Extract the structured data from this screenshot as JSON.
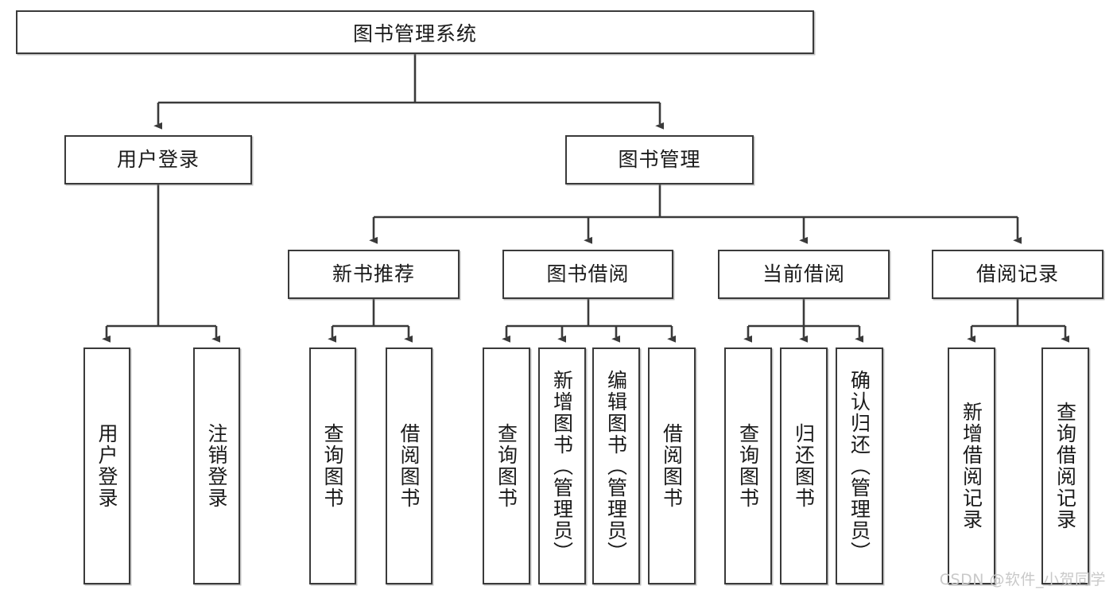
{
  "diagram": {
    "title_text": "图书管理系统",
    "type": "tree-hierarchy-diagram",
    "colors": {
      "box_border": "#3a3a3a",
      "box_fill": "#ffffff",
      "connector": "#3a3a3a",
      "text": "#1a1a1a",
      "watermark": "#c9c9c9",
      "canvas": "#ffffff"
    },
    "watermark": "CSDN @软件_小贺同学"
  },
  "nodes": {
    "root": {
      "label": "图书管理系统"
    },
    "level2": [
      {
        "id": "user-login",
        "label": "用户登录"
      },
      {
        "id": "book-management",
        "label": "图书管理"
      }
    ],
    "level3": [
      {
        "id": "new-book-recommend",
        "label": "新书推荐"
      },
      {
        "id": "book-borrow",
        "label": "图书借阅"
      },
      {
        "id": "current-borrow",
        "label": "当前借阅"
      },
      {
        "id": "borrow-record",
        "label": "借阅记录"
      }
    ],
    "leaves": [
      {
        "id": "leaf-user-login",
        "label": "用户登录",
        "parent": "user-login"
      },
      {
        "id": "leaf-user-logout",
        "label": "注销登录",
        "parent": "user-login"
      },
      {
        "id": "leaf-query-book-1",
        "label": "查询图书",
        "parent": "new-book-recommend"
      },
      {
        "id": "leaf-borrow-book-1",
        "label": "借阅图书",
        "parent": "new-book-recommend"
      },
      {
        "id": "leaf-query-book-2",
        "label": "查询图书",
        "parent": "book-borrow"
      },
      {
        "id": "leaf-add-book",
        "label": "新增图书（管理员）",
        "parent": "book-borrow"
      },
      {
        "id": "leaf-edit-book",
        "label": "编辑图书（管理员）",
        "parent": "book-borrow"
      },
      {
        "id": "leaf-borrow-book-2",
        "label": "借阅图书",
        "parent": "book-borrow"
      },
      {
        "id": "leaf-query-book-3",
        "label": "查询图书",
        "parent": "current-borrow"
      },
      {
        "id": "leaf-return-book",
        "label": "归还图书",
        "parent": "current-borrow"
      },
      {
        "id": "leaf-confirm-return",
        "label": "确认归还（管理员）",
        "parent": "current-borrow"
      },
      {
        "id": "leaf-add-record",
        "label": "新增借阅记录",
        "parent": "borrow-record"
      },
      {
        "id": "leaf-query-record",
        "label": "查询借阅记录",
        "parent": "borrow-record"
      }
    ]
  }
}
